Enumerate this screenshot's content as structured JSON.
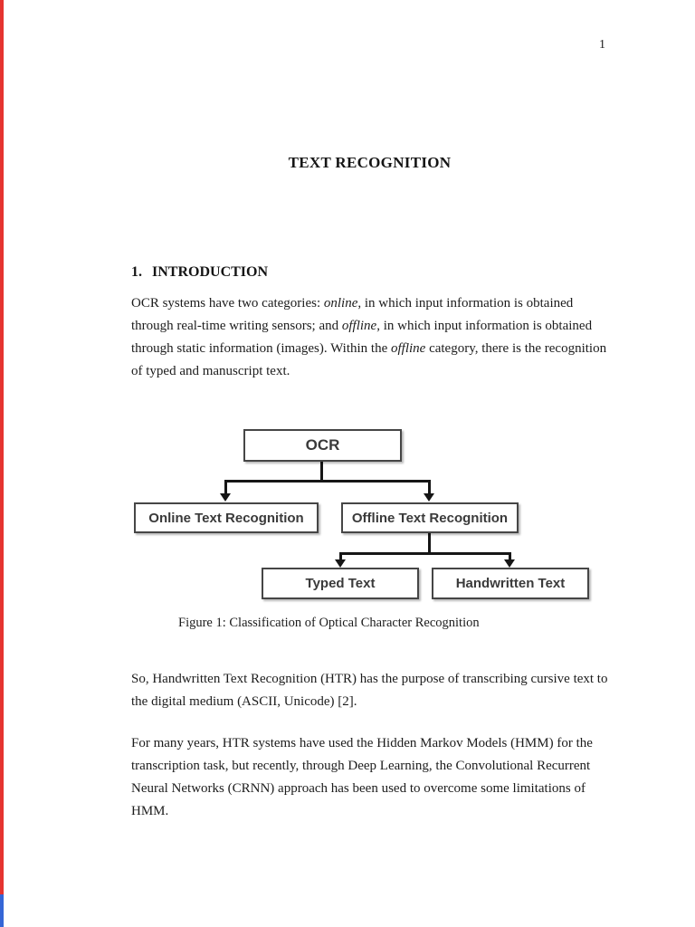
{
  "page": {
    "number": "1",
    "title": "TEXT RECOGNITION"
  },
  "section": {
    "number": "1.",
    "title": "INTRODUCTION"
  },
  "intro": {
    "t1": "OCR systems have two categories: ",
    "i1": "online",
    "t2": ", in which input information is obtained through real-time writing sensors; and ",
    "i2": "offline",
    "t3": ", in which input information is obtained through static information (images). Within the ",
    "i3": "offline",
    "t4": " category, there is the recognition of typed and manuscript text."
  },
  "figure": {
    "caption": "Figure 1: Classification of Optical Character Recognition",
    "nodes": {
      "root": "OCR",
      "online": "Online Text Recognition",
      "offline": "Offline Text Recognition",
      "typed": "Typed Text",
      "handwritten": "Handwritten Text"
    }
  },
  "paragraphs": {
    "p2": "So, Handwritten Text Recognition (HTR) has the purpose of transcribing cursive text to the digital medium (ASCII, Unicode) [2].",
    "p3": "For many years, HTR systems have used the Hidden Markov Models (HMM) for the transcription task, but recently, through Deep Learning, the Convolutional Recurrent Neural Networks (CRNN) approach has been used to overcome some limitations of HMM."
  },
  "colors": {
    "edge_red": "#e53430",
    "edge_blue": "#3566d6",
    "node_border": "#464646",
    "connector": "#161616"
  }
}
